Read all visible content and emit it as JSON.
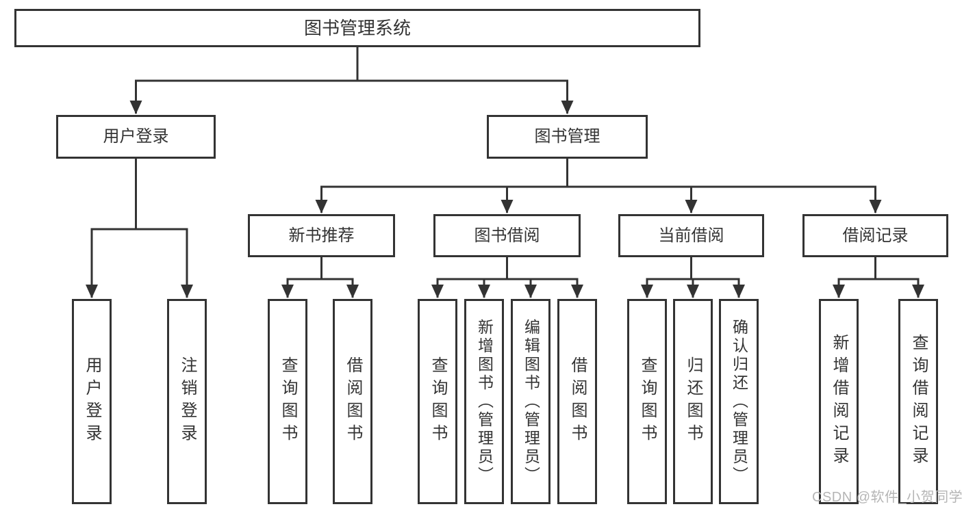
{
  "tree": {
    "root": {
      "label": "图书管理系统"
    },
    "branches": [
      {
        "label": "用户登录",
        "children": [
          {
            "label": "用户登录"
          },
          {
            "label": "注销登录"
          }
        ]
      },
      {
        "label": "图书管理",
        "children": [
          {
            "label": "新书推荐",
            "children": [
              {
                "label": "查询图书"
              },
              {
                "label": "借阅图书"
              }
            ]
          },
          {
            "label": "图书借阅",
            "children": [
              {
                "label": "查询图书"
              },
              {
                "label": "新增图书（管理员）"
              },
              {
                "label": "编辑图书（管理员）"
              },
              {
                "label": "借阅图书"
              }
            ]
          },
          {
            "label": "当前借阅",
            "children": [
              {
                "label": "查询图书"
              },
              {
                "label": "归还图书"
              },
              {
                "label": "确认归还（管理员）"
              }
            ]
          },
          {
            "label": "借阅记录",
            "children": [
              {
                "label": "新增借阅记录"
              },
              {
                "label": "查询借阅记录"
              }
            ]
          }
        ]
      }
    ]
  },
  "watermark": {
    "text": "CSDN @软件_小贺同学"
  },
  "colors": {
    "line": "#333333",
    "text": "#333333",
    "watermark": "#b5b5b5",
    "background": "#ffffff"
  }
}
